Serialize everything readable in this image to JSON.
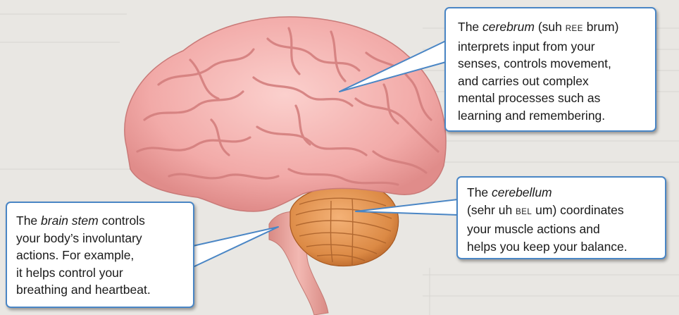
{
  "cerebrum_callout": {
    "l1_a": "The ",
    "l1_term": "cerebrum",
    "l1_b": " (suh ",
    "l1_stress": "REE",
    "l1_c": " brum)",
    "l2": "interprets input from your",
    "l3": "senses, controls movement,",
    "l4": "and carries out complex",
    "l5": "mental processes such as",
    "l6": "learning and remembering."
  },
  "cerebellum_callout": {
    "l1_a": "The ",
    "l1_term": "cerebellum",
    "l2_a": "(sehr uh ",
    "l2_stress": "BEL",
    "l2_b": " um) coordinates",
    "l3": "your muscle actions and",
    "l4": "helps you keep your balance."
  },
  "brainstem_callout": {
    "l1_a": "The ",
    "l1_term": "brain stem",
    "l1_b": " controls",
    "l2": "your body’s involuntary",
    "l3": "actions. For example,",
    "l4": "it helps control your",
    "l5": "breathing and heartbeat."
  },
  "colors": {
    "callout_border": "#4a86c5",
    "cerebrum_pink": "#f2aaa8",
    "cerebellum_orange": "#dc8a45",
    "brain_stem_pink": "#e8a09a"
  }
}
